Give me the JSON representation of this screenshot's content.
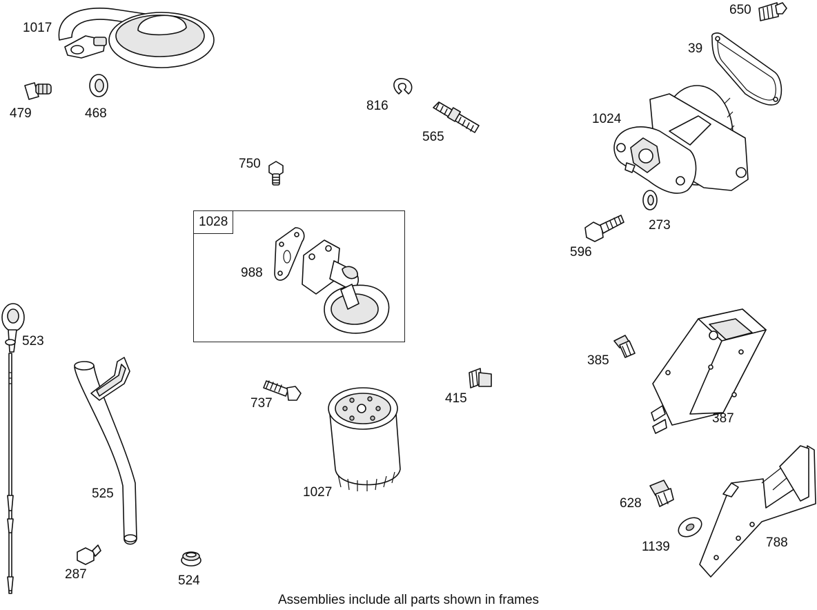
{
  "diagram": {
    "caption": "Assemblies include all parts shown in frames",
    "frame": {
      "tag": "1028"
    },
    "labels": {
      "p1017": "1017",
      "p479": "479",
      "p468": "468",
      "p816": "816",
      "p565": "565",
      "p750": "750",
      "p650": "650",
      "p39": "39",
      "p1024": "1024",
      "p273": "273",
      "p596": "596",
      "p988": "988",
      "p523": "523",
      "p525": "525",
      "p287": "287",
      "p524": "524",
      "p737": "737",
      "p1027": "1027",
      "p415": "415",
      "p385": "385",
      "p387": "387",
      "p628": "628",
      "p1139": "1139",
      "p788": "788"
    }
  }
}
